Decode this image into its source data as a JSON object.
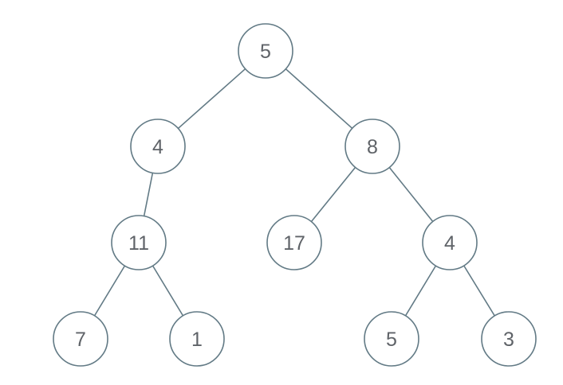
{
  "tree": {
    "nodes": [
      {
        "id": "n1",
        "label": "5"
      },
      {
        "id": "n2",
        "label": "4"
      },
      {
        "id": "n3",
        "label": "8"
      },
      {
        "id": "n4",
        "label": "11"
      },
      {
        "id": "n5",
        "label": "17"
      },
      {
        "id": "n6",
        "label": "4"
      },
      {
        "id": "n7",
        "label": "7"
      },
      {
        "id": "n8",
        "label": "1"
      },
      {
        "id": "n9",
        "label": "5"
      },
      {
        "id": "n10",
        "label": "3"
      }
    ],
    "edges": [
      {
        "from": "n1",
        "to": "n2"
      },
      {
        "from": "n1",
        "to": "n3"
      },
      {
        "from": "n2",
        "to": "n4"
      },
      {
        "from": "n3",
        "to": "n5"
      },
      {
        "from": "n3",
        "to": "n6"
      },
      {
        "from": "n4",
        "to": "n7"
      },
      {
        "from": "n4",
        "to": "n8"
      },
      {
        "from": "n6",
        "to": "n9"
      },
      {
        "from": "n6",
        "to": "n10"
      }
    ]
  }
}
